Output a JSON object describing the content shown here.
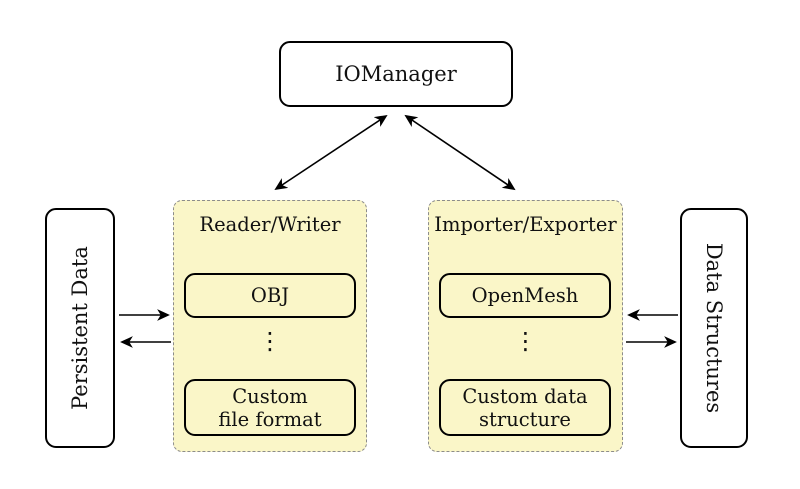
{
  "diagram": {
    "nodes": {
      "iomanager": {
        "label": "IOManager"
      },
      "persistent_data": {
        "label": "Persistent Data"
      },
      "data_structures": {
        "label": "Data Structures"
      }
    },
    "groups": {
      "reader_writer": {
        "title": "Reader/Writer",
        "ellipsis": "⋮",
        "items": [
          {
            "label": "OBJ"
          },
          {
            "label": "Custom\nfile format"
          }
        ]
      },
      "importer_exporter": {
        "title": "Importer/Exporter",
        "ellipsis": "⋮",
        "items": [
          {
            "label": "OpenMesh"
          },
          {
            "label": "Custom data\nstructure"
          }
        ]
      }
    },
    "edges": [
      {
        "from": "iomanager",
        "to": "reader_writer",
        "bidirectional": true
      },
      {
        "from": "iomanager",
        "to": "importer_exporter",
        "bidirectional": true
      },
      {
        "from": "persistent_data",
        "to": "reader_writer",
        "bidirectional": false
      },
      {
        "from": "reader_writer",
        "to": "persistent_data",
        "bidirectional": false
      },
      {
        "from": "data_structures",
        "to": "importer_exporter",
        "bidirectional": false
      },
      {
        "from": "importer_exporter",
        "to": "data_structures",
        "bidirectional": false
      }
    ],
    "colors": {
      "background": "#ffffff",
      "node_fill": "#ffffff",
      "node_border": "#000000",
      "group_fill": "#faf6c8",
      "group_border": "#8c8c8c",
      "arrow": "#000000",
      "text": "#111111"
    }
  }
}
